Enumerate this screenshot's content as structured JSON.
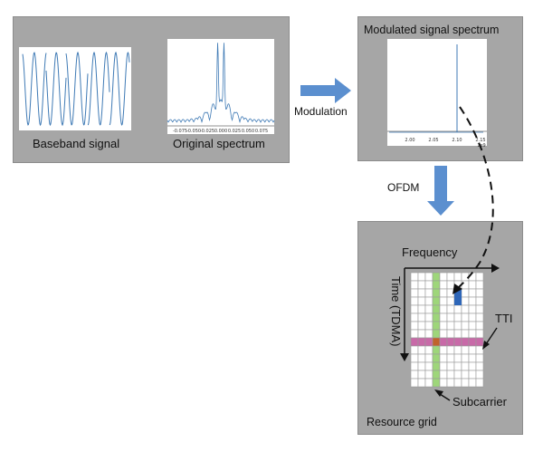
{
  "left_panel": {
    "baseband_label": "Baseband signal",
    "spectrum_label": "Original spectrum",
    "spectrum_ticks": [
      "-0.075",
      "-0.050",
      "-0.025",
      "0.000",
      "0.025",
      "0.050",
      "0.075"
    ]
  },
  "modulation_label": "Modulation",
  "right_panel": {
    "title": "Modulated signal spectrum",
    "ticks": [
      "2.00",
      "2.05",
      "2.10",
      "2.15"
    ],
    "axis_suffix": "1e9"
  },
  "ofdm_label": "OFDM",
  "grid_panel": {
    "frequency_label": "Frequency",
    "time_label": "Time (TDMA)",
    "tti_label": "TTI",
    "subcarrier_label": "Subcarrier",
    "title": "Resource grid"
  },
  "colors": {
    "panel": "#a6a6a6",
    "arrow": "#5b8fcf",
    "plot_line": "#3f7ab5",
    "tti_band": "#c86aa8",
    "subcarrier_band": "#9ed67a",
    "overlap_cell": "#c0632b",
    "allocated_block": "#2e66b8"
  }
}
